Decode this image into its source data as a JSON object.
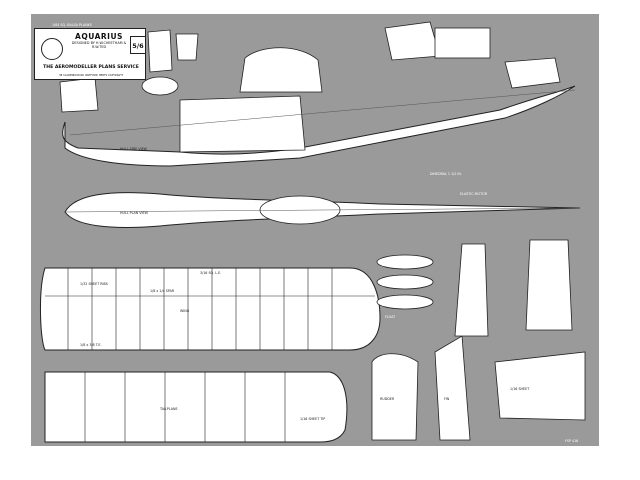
{
  "title_block": {
    "title": "AQUARIUS",
    "designer": "DESIGNED BY H.W.CHEETHAM & R.W.TED",
    "price": "5/6",
    "service": "THE AEROMODELLER PLANS SERVICE",
    "copyright": "38 CLARENDON RD WATFORD HERTS COPYRIGHT"
  },
  "colors": {
    "sheet_background": "#999999",
    "paper": "#ffffff",
    "ink": "#222222"
  },
  "labels": {
    "sheet_note": "1/64 SQ. BALSA PLANKS",
    "tailplane_plan": "TAILPLANE",
    "fin": "FIN",
    "tip_float": "FLOAT",
    "wing_ribs_note": "1/32 SHEET RIBS",
    "spar_note": "1/8 x 1/4 SPAR",
    "trailing_edge": "1/8 x 3/8 T.E.",
    "leading_edge": "3/16 SQ. L.E.",
    "hull_side": "HULL SIDE VIEW",
    "hull_plan": "HULL PLAN VIEW",
    "rudder": "RUDDER",
    "wing_plan": "WING",
    "wingtip_note": "1/16 SHEET TIP",
    "stabilizer_note": "1/16 SHEET",
    "dihedral_note": "DIHEDRAL 1 1/2 IN.",
    "motor_note": "ELASTIC MOTOR",
    "drawing_number": "FSP 416"
  }
}
